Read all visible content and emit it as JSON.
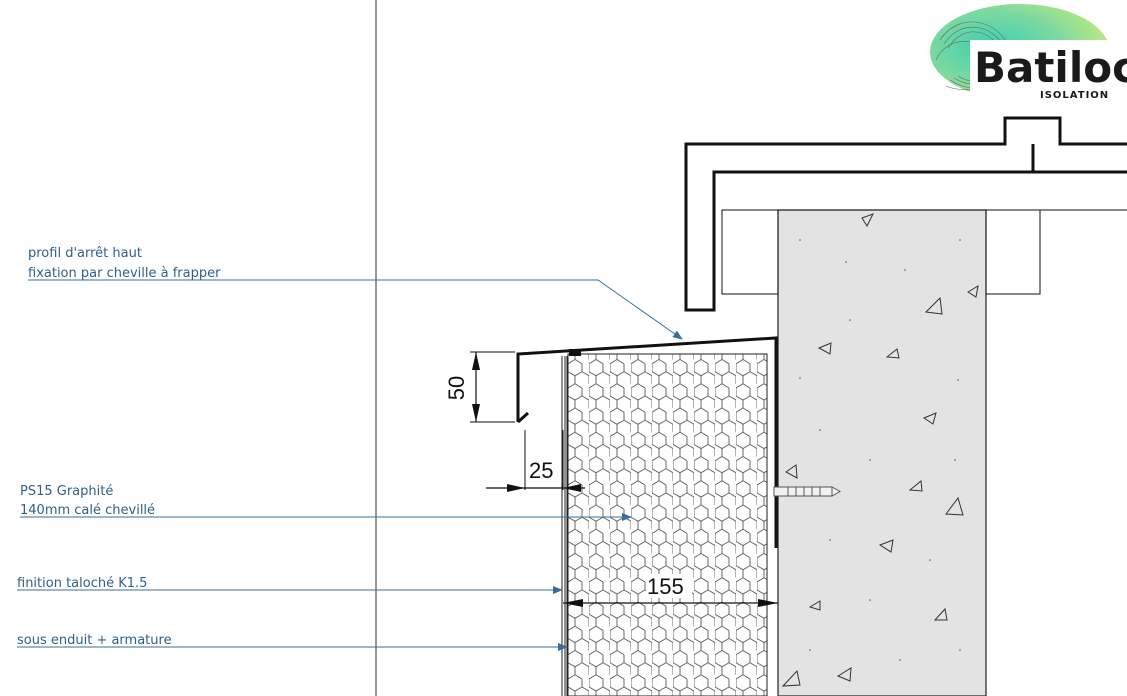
{
  "brand": {
    "name": "Batiloc.",
    "tagline": "ISOLATION"
  },
  "labels": {
    "top_profile_line1": "profil d'arrêt haut",
    "top_profile_line2": "fixation par cheville à frapper",
    "insulation_line1": "PS15 Graphité",
    "insulation_line2": "140mm calé chevillé",
    "finish": "finition taloché K1.5",
    "undercoat": "sous enduit + armature"
  },
  "dimensions": {
    "height": "50",
    "gap": "25",
    "thickness": "155"
  },
  "colors": {
    "callout_text": "#2f5f8a",
    "leader_line": "#3a6e99",
    "concrete": "#e3e3e3",
    "logo_teal": "#2ec8b2",
    "logo_green": "#b9e36a"
  }
}
